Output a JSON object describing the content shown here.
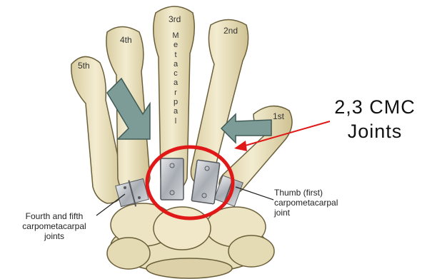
{
  "digit_labels": {
    "fifth": "5th",
    "fourth": "4th",
    "third": "3rd",
    "second": "2nd",
    "first": "1st"
  },
  "vertical_label": [
    "M",
    "e",
    "t",
    "a",
    "c",
    "a",
    "r",
    "p",
    "a",
    "l"
  ],
  "callout": {
    "line1": "2,3 CMC",
    "line2": "Joints"
  },
  "fourth_fifth_label": {
    "line1": "Fourth and fifth",
    "line2": "carpometacarpal",
    "line3": "joints"
  },
  "thumb_label": {
    "line1": "Thumb (first)",
    "line2": "carpometacarpal",
    "line3": "joint"
  },
  "colors": {
    "bone": "#ece4c2",
    "bone_shadow": "#c9bd8f",
    "arrow": "#7d9c97",
    "highlight_circle": "#e01818",
    "hinge_plate": "#b9bdc2"
  }
}
